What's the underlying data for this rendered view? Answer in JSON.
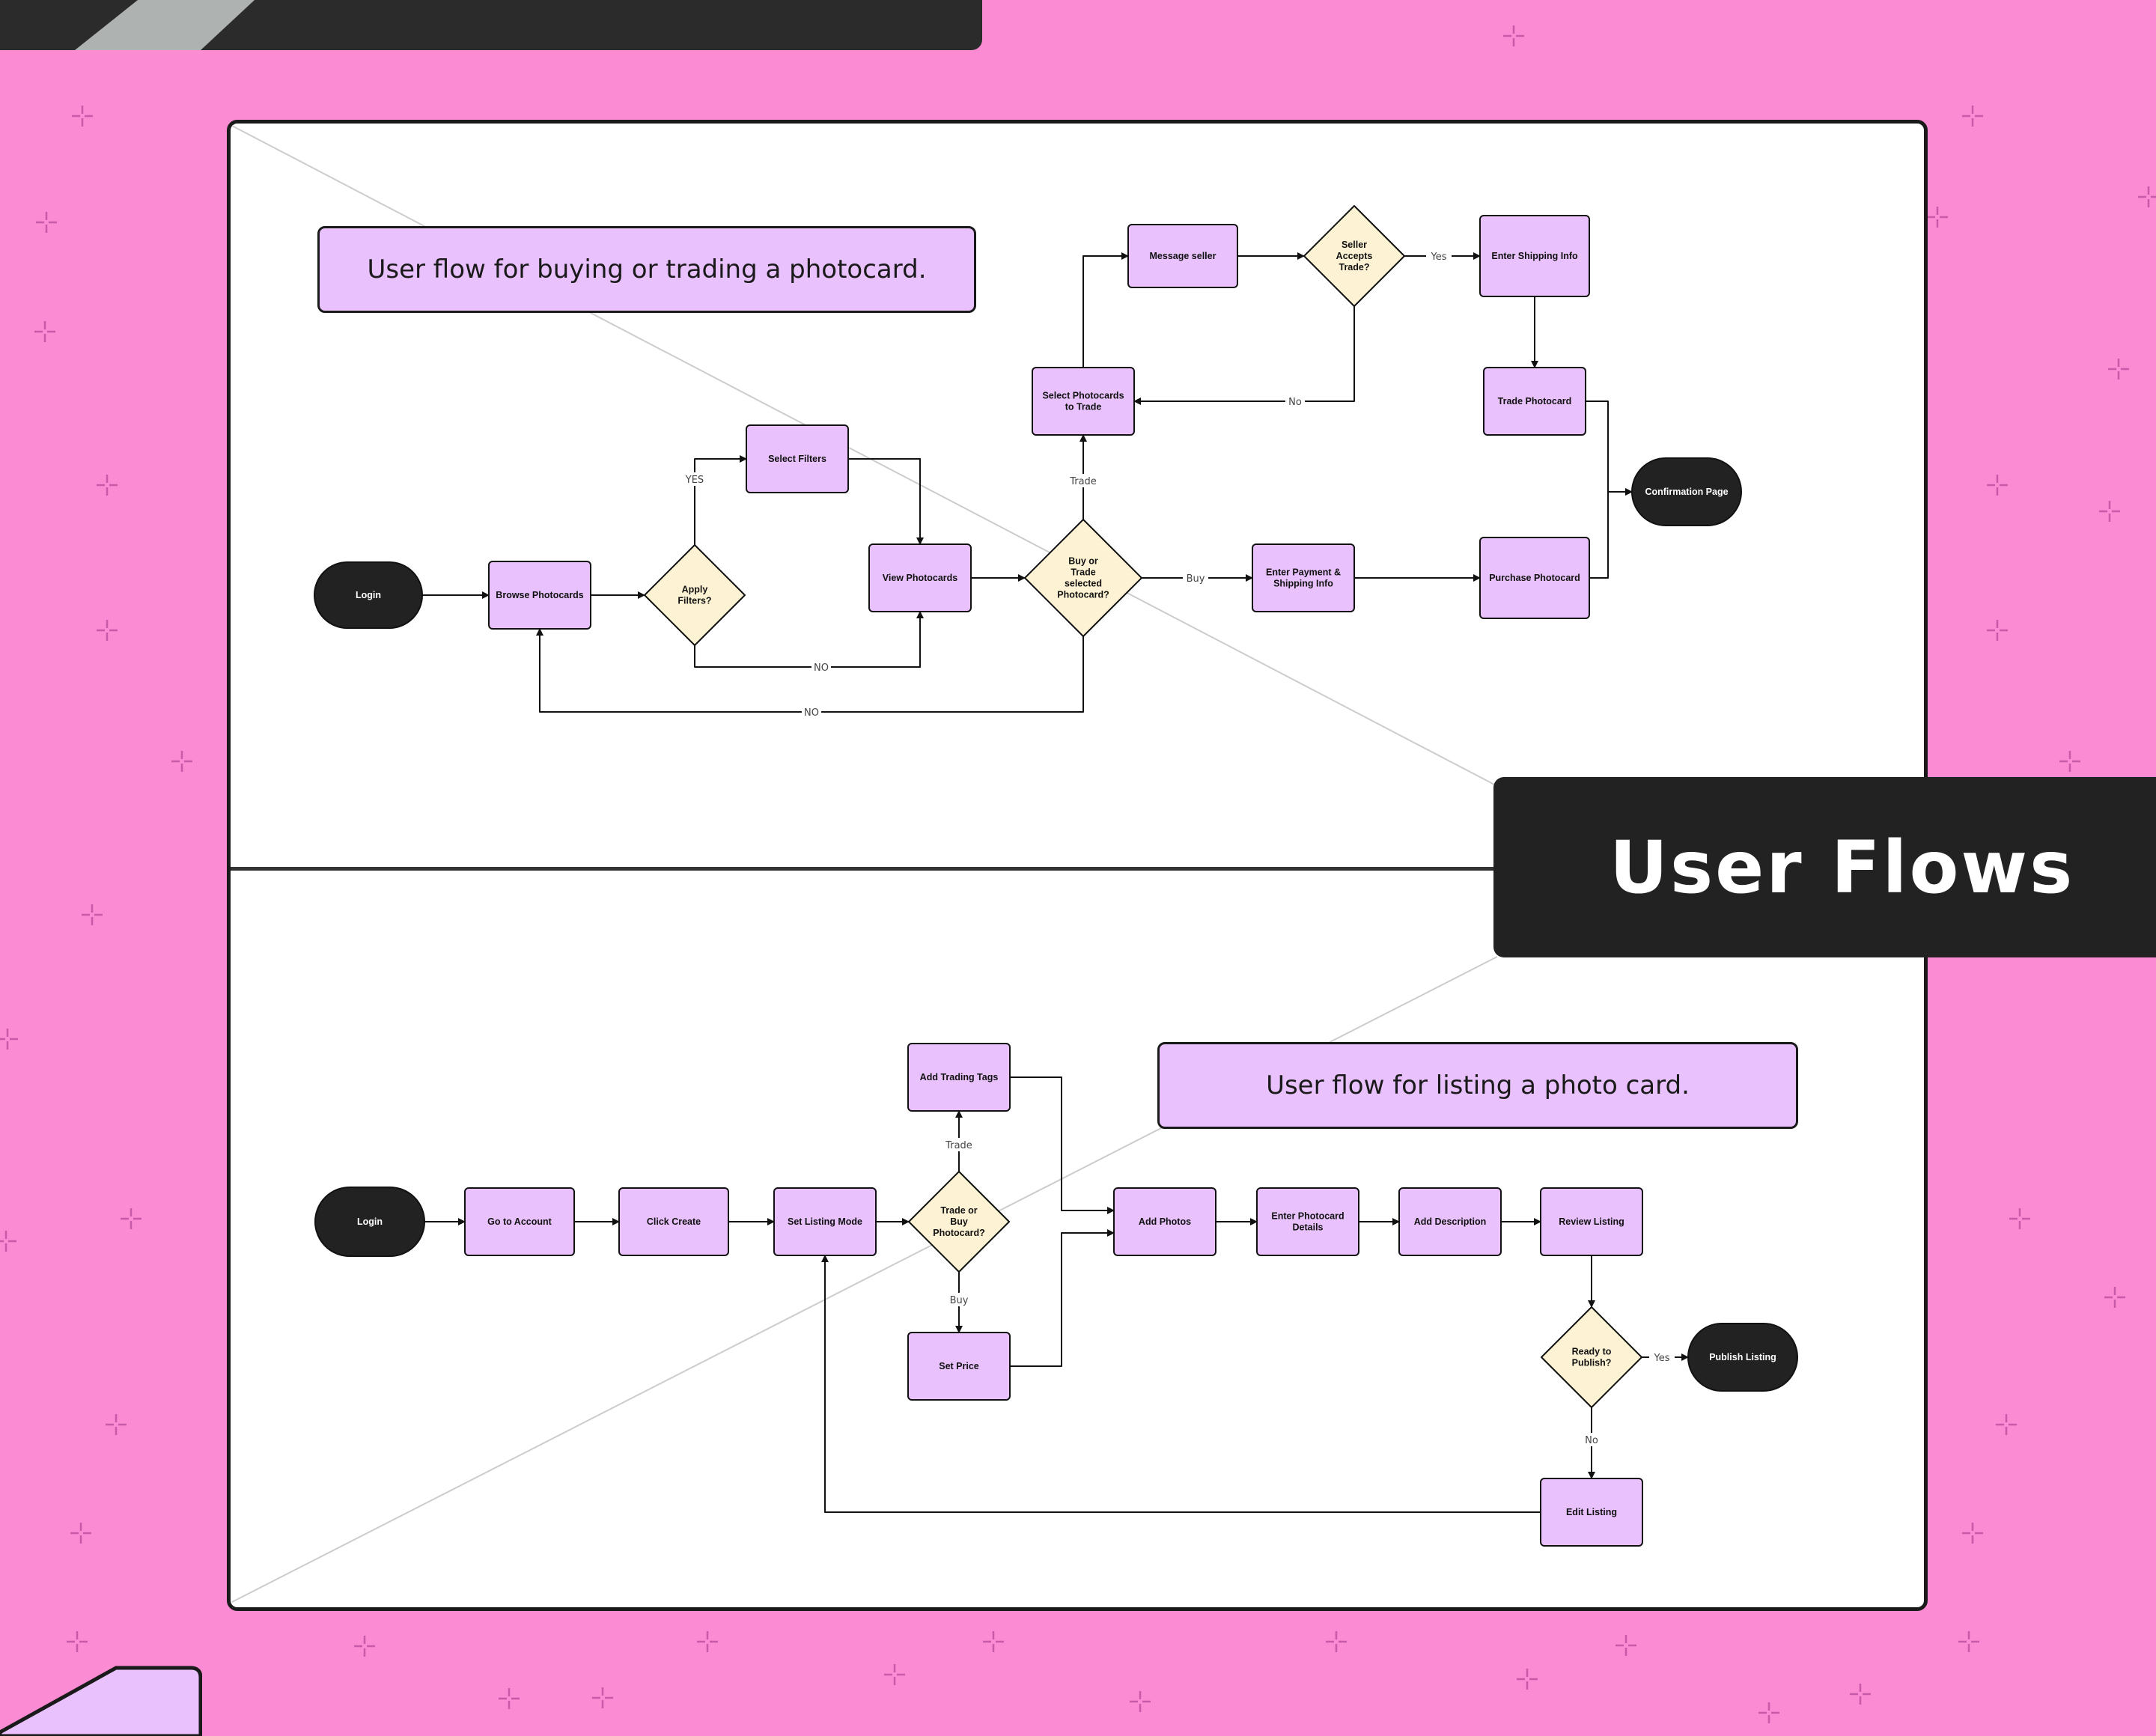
{
  "colors": {
    "background": "#fb8bd3",
    "process_fill": "#e9c2fd",
    "decision_fill": "#fdf3d4",
    "terminal_fill": "#222222",
    "board": "#ffffff",
    "stroke": "#1a1a1a"
  },
  "header": {
    "title": "User Flows"
  },
  "flows": [
    {
      "caption": "User flow for buying or trading a photocard.",
      "nodes": [
        {
          "id": "f1_login",
          "type": "terminal",
          "label": "Login"
        },
        {
          "id": "f1_browse",
          "type": "process",
          "label": "Browse Photocards"
        },
        {
          "id": "f1_apply",
          "type": "decision",
          "label": "Apply Filters?"
        },
        {
          "id": "f1_filters",
          "type": "process",
          "label": "Select Filters"
        },
        {
          "id": "f1_view",
          "type": "process",
          "label": "View Photocards"
        },
        {
          "id": "f1_buytrade",
          "type": "decision",
          "label": "Buy or Trade selected Photocard?"
        },
        {
          "id": "f1_selecttrade",
          "type": "process",
          "label": "Select Photocards to Trade"
        },
        {
          "id": "f1_message",
          "type": "process",
          "label": "Message seller"
        },
        {
          "id": "f1_accepts",
          "type": "decision",
          "label": "Seller Accepts Trade?"
        },
        {
          "id": "f1_shipping",
          "type": "process",
          "label": "Enter Shipping Info"
        },
        {
          "id": "f1_trade",
          "type": "process",
          "label": "Trade Photocard"
        },
        {
          "id": "f1_payment",
          "type": "process",
          "label": "Enter Payment & Shipping Info"
        },
        {
          "id": "f1_purchase",
          "type": "process",
          "label": "Purchase Photocard"
        },
        {
          "id": "f1_confirm",
          "type": "terminal",
          "label": "Confirmation Page"
        }
      ],
      "edges": [
        {
          "from": "f1_login",
          "to": "f1_browse",
          "label": ""
        },
        {
          "from": "f1_browse",
          "to": "f1_apply",
          "label": ""
        },
        {
          "from": "f1_apply",
          "to": "f1_filters",
          "label": "YES"
        },
        {
          "from": "f1_filters",
          "to": "f1_view",
          "label": ""
        },
        {
          "from": "f1_apply",
          "to": "f1_view",
          "label": "NO"
        },
        {
          "from": "f1_view",
          "to": "f1_buytrade",
          "label": ""
        },
        {
          "from": "f1_buytrade",
          "to": "f1_browse",
          "label": "NO"
        },
        {
          "from": "f1_buytrade",
          "to": "f1_selecttrade",
          "label": "Trade"
        },
        {
          "from": "f1_buytrade",
          "to": "f1_payment",
          "label": "Buy"
        },
        {
          "from": "f1_selecttrade",
          "to": "f1_message",
          "label": ""
        },
        {
          "from": "f1_message",
          "to": "f1_accepts",
          "label": ""
        },
        {
          "from": "f1_accepts",
          "to": "f1_shipping",
          "label": "Yes"
        },
        {
          "from": "f1_accepts",
          "to": "f1_selecttrade",
          "label": "No"
        },
        {
          "from": "f1_shipping",
          "to": "f1_trade",
          "label": ""
        },
        {
          "from": "f1_trade",
          "to": "f1_confirm",
          "label": ""
        },
        {
          "from": "f1_payment",
          "to": "f1_purchase",
          "label": ""
        },
        {
          "from": "f1_purchase",
          "to": "f1_confirm",
          "label": ""
        }
      ]
    },
    {
      "caption": "User flow for listing a photo card.",
      "nodes": [
        {
          "id": "f2_login",
          "type": "terminal",
          "label": "Login"
        },
        {
          "id": "f2_account",
          "type": "process",
          "label": "Go to Account"
        },
        {
          "id": "f2_create",
          "type": "process",
          "label": "Click Create"
        },
        {
          "id": "f2_mode",
          "type": "process",
          "label": "Set Listing Mode"
        },
        {
          "id": "f2_tradebuy",
          "type": "decision",
          "label": "Trade or Buy Photocard?"
        },
        {
          "id": "f2_tags",
          "type": "process",
          "label": "Add Trading Tags"
        },
        {
          "id": "f2_price",
          "type": "process",
          "label": "Set Price"
        },
        {
          "id": "f2_photos",
          "type": "process",
          "label": "Add Photos"
        },
        {
          "id": "f2_details",
          "type": "process",
          "label": "Enter Photocard Details"
        },
        {
          "id": "f2_desc",
          "type": "process",
          "label": "Add Description"
        },
        {
          "id": "f2_review",
          "type": "process",
          "label": "Review Listing"
        },
        {
          "id": "f2_ready",
          "type": "decision",
          "label": "Ready to Publish?"
        },
        {
          "id": "f2_publish",
          "type": "terminal",
          "label": "Publish Listing"
        },
        {
          "id": "f2_edit",
          "type": "process",
          "label": "Edit Listing"
        }
      ],
      "edges": [
        {
          "from": "f2_login",
          "to": "f2_account",
          "label": ""
        },
        {
          "from": "f2_account",
          "to": "f2_create",
          "label": ""
        },
        {
          "from": "f2_create",
          "to": "f2_mode",
          "label": ""
        },
        {
          "from": "f2_mode",
          "to": "f2_tradebuy",
          "label": ""
        },
        {
          "from": "f2_tradebuy",
          "to": "f2_tags",
          "label": "Trade"
        },
        {
          "from": "f2_tradebuy",
          "to": "f2_price",
          "label": "Buy"
        },
        {
          "from": "f2_tags",
          "to": "f2_photos",
          "label": ""
        },
        {
          "from": "f2_price",
          "to": "f2_photos",
          "label": ""
        },
        {
          "from": "f2_photos",
          "to": "f2_details",
          "label": ""
        },
        {
          "from": "f2_details",
          "to": "f2_desc",
          "label": ""
        },
        {
          "from": "f2_desc",
          "to": "f2_review",
          "label": ""
        },
        {
          "from": "f2_review",
          "to": "f2_ready",
          "label": ""
        },
        {
          "from": "f2_ready",
          "to": "f2_publish",
          "label": "Yes"
        },
        {
          "from": "f2_ready",
          "to": "f2_edit",
          "label": "No"
        },
        {
          "from": "f2_edit",
          "to": "f2_mode",
          "label": ""
        }
      ]
    }
  ]
}
